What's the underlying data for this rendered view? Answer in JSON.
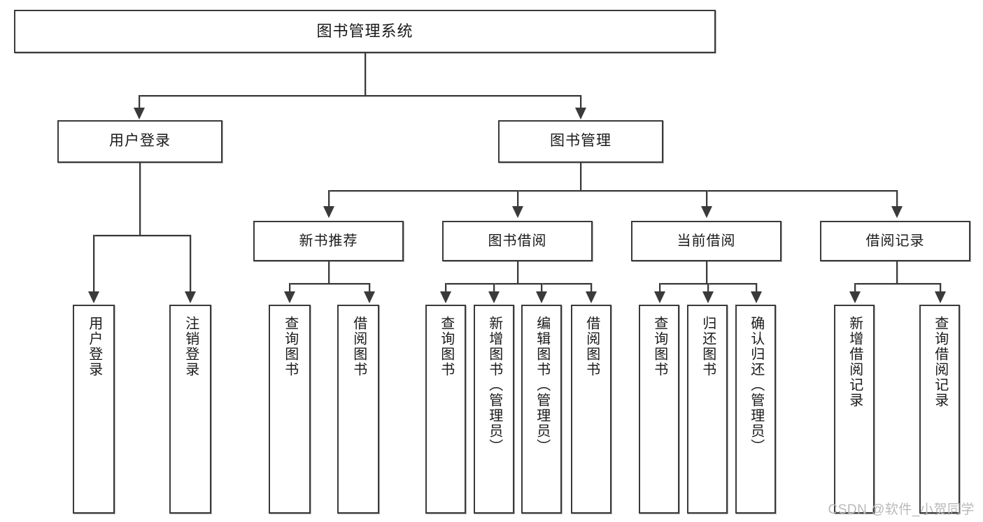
{
  "diagram": {
    "type": "tree-hierarchy",
    "title": "图书管理系统",
    "watermark": "CSDN @软件_小贺同学",
    "colors": {
      "stroke": "#3a3a3a",
      "box_fill": "#ffffff",
      "text": "#1a1a1a",
      "watermark": "#b9b9b9"
    },
    "root": {
      "label": "图书管理系统"
    },
    "level2": [
      {
        "label": "用户登录"
      },
      {
        "label": "图书管理"
      }
    ],
    "level3": [
      {
        "label": "新书推荐"
      },
      {
        "label": "图书借阅"
      },
      {
        "label": "当前借阅"
      },
      {
        "label": "借阅记录"
      }
    ],
    "leaves": {
      "user_login": [
        {
          "label": "用户登录"
        },
        {
          "label": "注销登录"
        }
      ],
      "new_book_recommend": [
        {
          "label": "查询图书"
        },
        {
          "label": "借阅图书"
        }
      ],
      "book_borrow": [
        {
          "label": "查询图书"
        },
        {
          "label": "新增图书（管理员）"
        },
        {
          "label": "编辑图书（管理员）"
        },
        {
          "label": "借阅图书"
        }
      ],
      "current_borrow": [
        {
          "label": "查询图书"
        },
        {
          "label": "归还图书"
        },
        {
          "label": "确认归还（管理员）"
        }
      ],
      "borrow_record": [
        {
          "label": "新增借阅记录"
        },
        {
          "label": "查询借阅记录"
        }
      ]
    }
  }
}
